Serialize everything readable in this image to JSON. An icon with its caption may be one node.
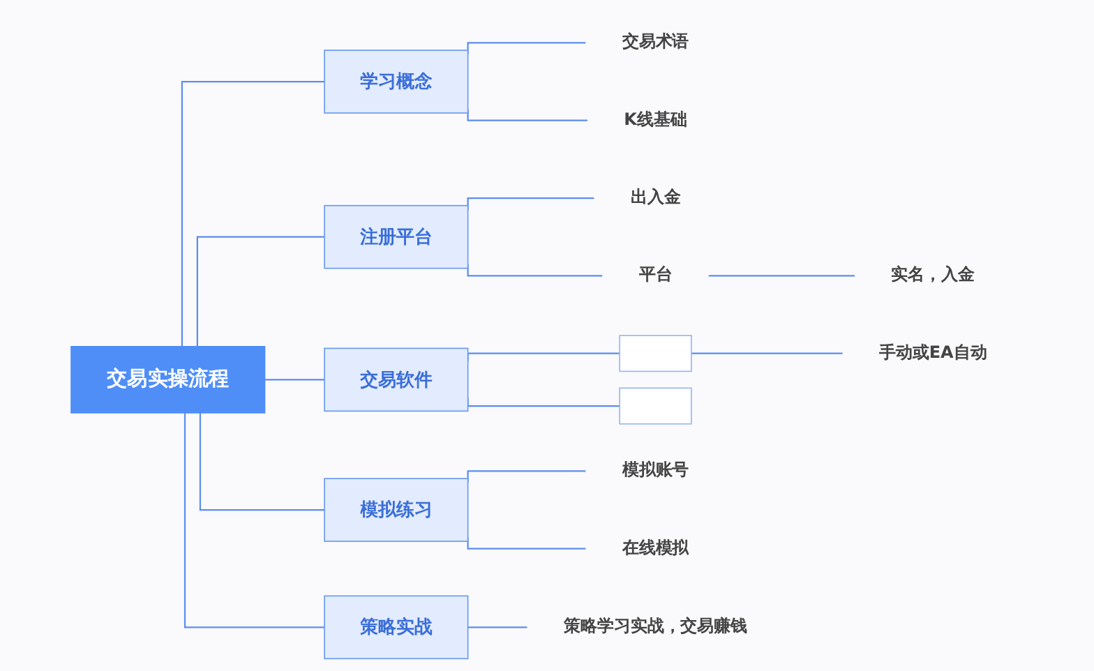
{
  "diagram": {
    "nodes": [
      {
        "text": [
          "交易实操流程"
        ]
      },
      {
        "text": [
          "学习概念"
        ]
      },
      {
        "text": [
          "交易术语"
        ]
      },
      {
        "text": [
          "K线基础"
        ]
      },
      {
        "text": [
          "注册平台"
        ]
      },
      {
        "text": [
          "出入金"
        ]
      },
      {
        "text": [
          "平台"
        ]
      },
      {
        "text": [
          "实名，入金"
        ]
      },
      {
        "text": [
          "交易软件"
        ]
      },
      {
        "text": [],
        "shape": "box"
      },
      {
        "text": [
          "手动或EA自动"
        ]
      },
      {
        "text": [],
        "shape": "box"
      },
      {
        "text": [
          "模拟练习"
        ]
      },
      {
        "text": [
          "模拟账号"
        ]
      },
      {
        "text": [
          "在线模拟"
        ]
      },
      {
        "text": [
          "策略实战"
        ]
      },
      {
        "text": [
          "策略学习实战，交易赚钱"
        ]
      }
    ],
    "edges": [
      {
        "from": 0,
        "to": 1,
        "arrow": "none"
      },
      {
        "from": 1,
        "to": 2,
        "arrow": "none"
      },
      {
        "from": 1,
        "to": 3,
        "arrow": "none"
      },
      {
        "from": 0,
        "to": 4,
        "arrow": "none"
      },
      {
        "from": 4,
        "to": 5,
        "arrow": "none"
      },
      {
        "from": 4,
        "to": 6,
        "arrow": "none"
      },
      {
        "from": 6,
        "to": 7,
        "arrow": "none"
      },
      {
        "from": 0,
        "to": 8,
        "arrow": "none"
      },
      {
        "from": 8,
        "to": 9,
        "arrow": "none"
      },
      {
        "from": 9,
        "to": 10,
        "arrow": "none"
      },
      {
        "from": 8,
        "to": 11,
        "arrow": "none"
      },
      {
        "from": 0,
        "to": 12,
        "arrow": "none"
      },
      {
        "from": 12,
        "to": 13,
        "arrow": "none"
      },
      {
        "from": 12,
        "to": 14,
        "arrow": "none"
      },
      {
        "from": 0,
        "to": 15,
        "arrow": "none"
      },
      {
        "from": 15,
        "to": 16,
        "arrow": "none"
      }
    ]
  }
}
